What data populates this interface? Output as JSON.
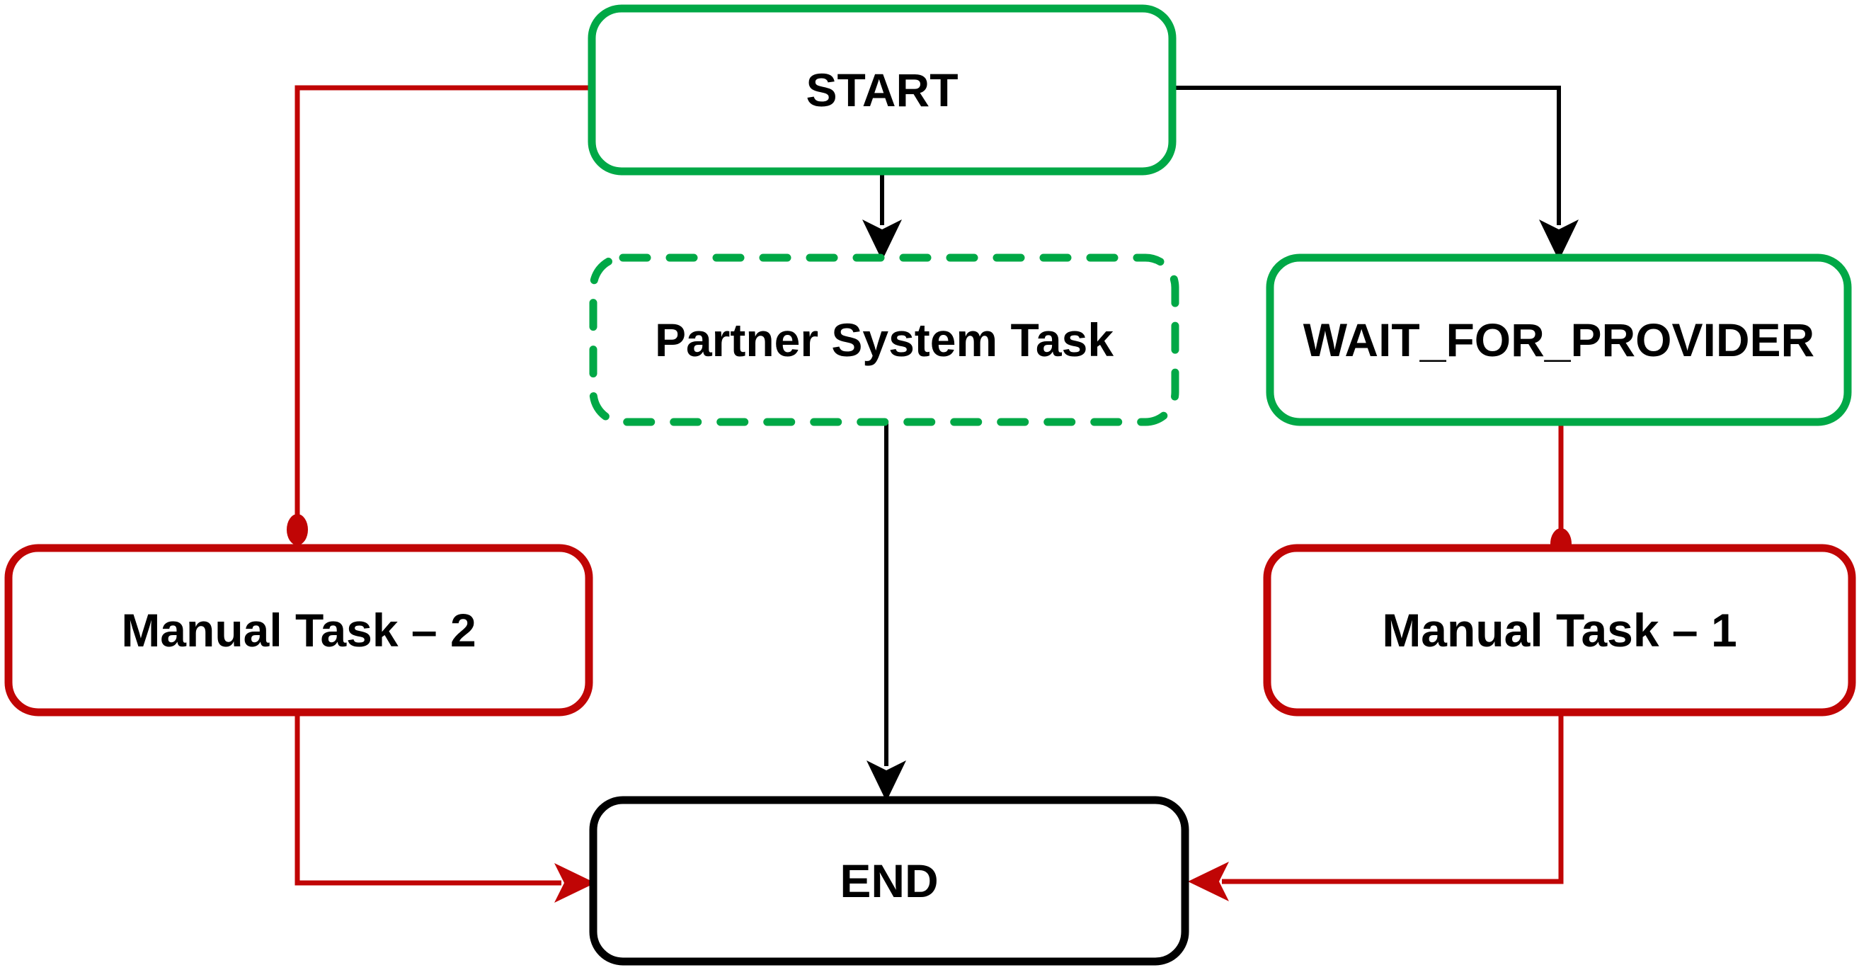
{
  "diagram": {
    "title": "workflow-state-flowchart",
    "nodes": [
      {
        "id": "start",
        "label": "START",
        "border_color": "green",
        "border_style": "solid"
      },
      {
        "id": "partner-system-task",
        "label": "Partner System Task",
        "border_color": "green",
        "border_style": "dashed"
      },
      {
        "id": "wait-for-provider",
        "label": "WAIT_FOR_PROVIDER",
        "border_color": "green",
        "border_style": "solid"
      },
      {
        "id": "manual-task-1",
        "label": "Manual Task – 1",
        "border_color": "red",
        "border_style": "solid"
      },
      {
        "id": "manual-task-2",
        "label": "Manual Task – 2",
        "border_color": "red",
        "border_style": "solid"
      },
      {
        "id": "end",
        "label": "END",
        "border_color": "black",
        "border_style": "solid"
      }
    ],
    "edges": [
      {
        "from": "start",
        "to": "partner-system-task",
        "color": "black",
        "end_marker": "arrowhead"
      },
      {
        "from": "start",
        "to": "wait-for-provider",
        "color": "black",
        "end_marker": "arrowhead"
      },
      {
        "from": "start",
        "to": "manual-task-2",
        "color": "red",
        "end_marker": "dot"
      },
      {
        "from": "wait-for-provider",
        "to": "manual-task-1",
        "color": "red",
        "end_marker": "dot"
      },
      {
        "from": "partner-system-task",
        "to": "end",
        "color": "black",
        "end_marker": "arrowhead"
      },
      {
        "from": "manual-task-1",
        "to": "end",
        "color": "red",
        "end_marker": "arrowhead"
      },
      {
        "from": "manual-task-2",
        "to": "end",
        "color": "red",
        "end_marker": "arrowhead"
      }
    ]
  },
  "colors": {
    "green": "#00A846",
    "red": "#C00505",
    "black": "#000000",
    "bg": "#FFFFFF"
  }
}
